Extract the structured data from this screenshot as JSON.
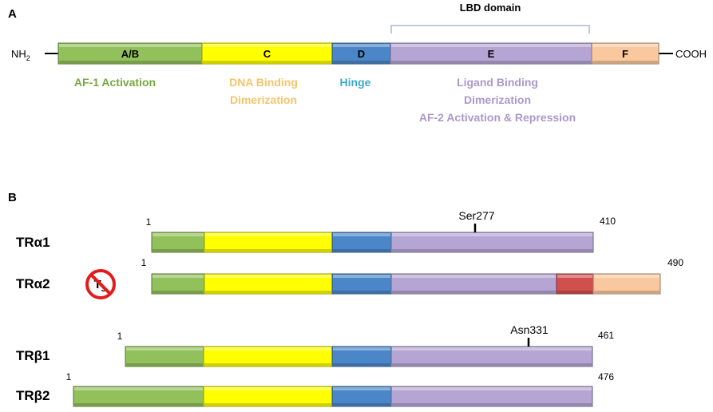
{
  "colors": {
    "AB": "#92c05a",
    "C": "#ffff00",
    "D": "#4a86c8",
    "E": "#b5a5d4",
    "F": "#fac89e",
    "extra": "#d0504e",
    "func_AB": "#77a840",
    "func_C": "#f5c46a",
    "func_D": "#3aa9cc",
    "func_E": "#ab98ca",
    "no_sign": "#e21b1b"
  },
  "panelA": {
    "label": "A",
    "bracket_label": "LBD domain",
    "n_term": "NH",
    "n_term_sub": "2",
    "c_term": "COOH",
    "segments": [
      {
        "id": "AB",
        "label": "A/B"
      },
      {
        "id": "C",
        "label": "C"
      },
      {
        "id": "D",
        "label": "D"
      },
      {
        "id": "E",
        "label": "E"
      },
      {
        "id": "F",
        "label": "F"
      }
    ],
    "functions": [
      {
        "id": "AB",
        "lines": [
          "AF-1 Activation"
        ]
      },
      {
        "id": "C",
        "lines": [
          "DNA Binding",
          "Dimerization"
        ]
      },
      {
        "id": "D",
        "lines": [
          "Hinge"
        ]
      },
      {
        "id": "E",
        "lines": [
          "Ligand Binding",
          "Dimerization",
          "AF-2 Activation & Repression"
        ]
      }
    ]
  },
  "panelB": {
    "label": "B",
    "isoforms": [
      {
        "id": "tra1",
        "name": "TRα1",
        "start": "1",
        "end": "410",
        "site": "Ser277",
        "segments": [
          "AB",
          "C",
          "D",
          "E"
        ]
      },
      {
        "id": "tra2",
        "name": "TRα2",
        "start": "1",
        "end": "490",
        "site": "",
        "no_ligand": "T",
        "no_ligand_sub": "3",
        "segments": [
          "AB",
          "C",
          "D",
          "E",
          "extra",
          "F"
        ]
      },
      {
        "id": "trb1",
        "name": "TRβ1",
        "start": "1",
        "end": "461",
        "site": "Asn331",
        "segments": [
          "AB",
          "C",
          "D",
          "E"
        ]
      },
      {
        "id": "trb2",
        "name": "TRβ2",
        "start": "1",
        "end": "476",
        "site": "",
        "segments": [
          "AB",
          "C",
          "D",
          "E"
        ]
      }
    ]
  }
}
